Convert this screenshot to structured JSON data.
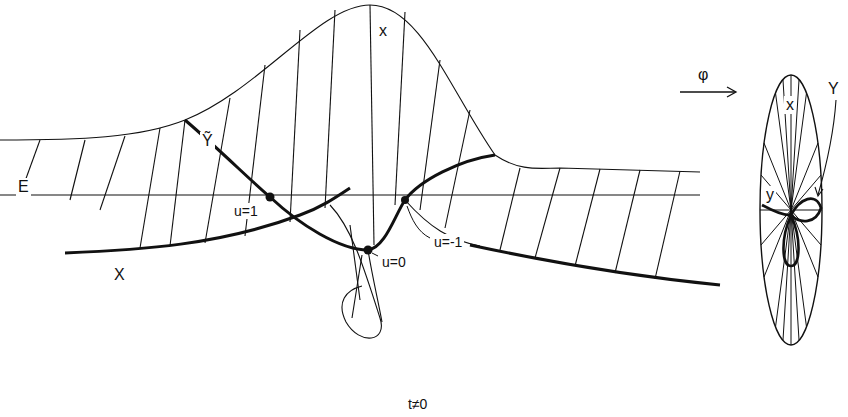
{
  "diagram": {
    "labels": [
      "x",
      "Ỹ",
      "E",
      "u=1",
      "u=-1",
      "u=0",
      "X",
      "φ",
      "x",
      "y",
      "Y",
      "t≠0"
    ]
  }
}
